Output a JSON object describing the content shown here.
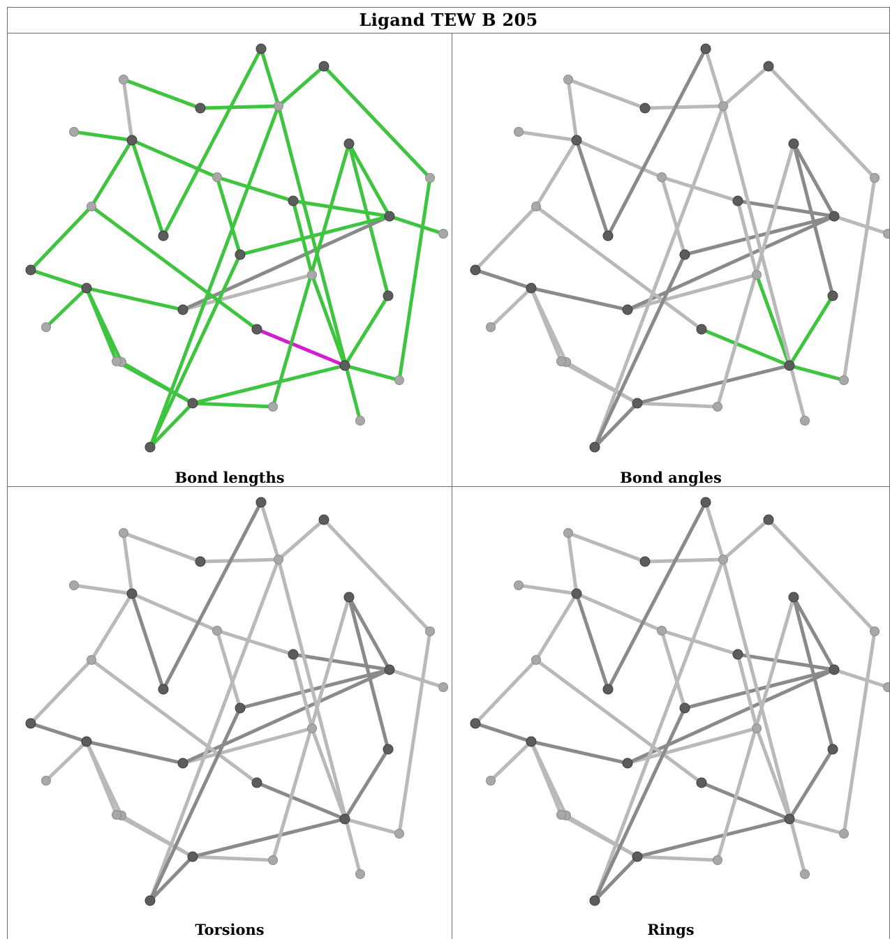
{
  "title": "Ligand TEW B 205",
  "panels": [
    {
      "key": "bond_lengths",
      "caption": "Bond lengths",
      "highlight": "bond_lengths"
    },
    {
      "key": "bond_angles",
      "caption": "Bond angles",
      "highlight": "bond_angles"
    },
    {
      "key": "torsions",
      "caption": "Torsions",
      "highlight": "none"
    },
    {
      "key": "rings",
      "caption": "Rings",
      "highlight": "none"
    }
  ],
  "colors": {
    "border": "#6b6b6b",
    "green": "#3fc43f",
    "green_dark": "#2aa52a",
    "magenta": "#d21ed2",
    "bond_grey_light": "#b9b9b9",
    "bond_grey_dark": "#8a8a8a",
    "atom_light": "#a8a8a8",
    "atom_dark": "#5c5c5c"
  },
  "molecule": {
    "atoms": [
      {
        "id": "A1",
        "shade": "dark"
      },
      {
        "id": "A2",
        "shade": "light"
      },
      {
        "id": "A3",
        "shade": "dark"
      },
      {
        "id": "A4",
        "shade": "light"
      },
      {
        "id": "A5",
        "shade": "dark"
      },
      {
        "id": "A6",
        "shade": "light"
      },
      {
        "id": "A7",
        "shade": "dark"
      },
      {
        "id": "A8",
        "shade": "light"
      },
      {
        "id": "A9",
        "shade": "dark"
      },
      {
        "id": "A10",
        "shade": "dark"
      },
      {
        "id": "A11",
        "shade": "dark"
      },
      {
        "id": "A12",
        "shade": "dark"
      },
      {
        "id": "A13",
        "shade": "dark"
      },
      {
        "id": "A14",
        "shade": "dark"
      },
      {
        "id": "A15",
        "shade": "light"
      },
      {
        "id": "A16",
        "shade": "dark"
      },
      {
        "id": "A17",
        "shade": "light"
      },
      {
        "id": "A18",
        "shade": "light"
      },
      {
        "id": "A19",
        "shade": "dark"
      },
      {
        "id": "A20",
        "shade": "light"
      },
      {
        "id": "A21",
        "shade": "dark"
      },
      {
        "id": "A22",
        "shade": "light"
      },
      {
        "id": "A23",
        "shade": "light"
      },
      {
        "id": "A24",
        "shade": "dark"
      },
      {
        "id": "A25",
        "shade": "light"
      },
      {
        "id": "A26",
        "shade": "dark"
      },
      {
        "id": "A27",
        "shade": "light"
      },
      {
        "id": "A28",
        "shade": "dark"
      },
      {
        "id": "A29",
        "shade": "light"
      },
      {
        "id": "A30",
        "shade": "dark"
      },
      {
        "id": "A31",
        "shade": "light"
      }
    ],
    "bonds": [
      {
        "a": "A1",
        "b": "A2"
      },
      {
        "a": "A1",
        "b": "A3"
      },
      {
        "a": "A1",
        "b": "A4"
      },
      {
        "a": "A1",
        "b": "A5"
      },
      {
        "a": "A3",
        "b": "A6"
      },
      {
        "a": "A3",
        "b": "A7"
      },
      {
        "a": "A3",
        "b": "A8"
      },
      {
        "a": "A3",
        "b": "A9"
      },
      {
        "a": "A8",
        "b": "A12"
      },
      {
        "a": "A9",
        "b": "A10"
      },
      {
        "a": "A10",
        "b": "A11"
      },
      {
        "a": "A11",
        "b": "A12"
      },
      {
        "a": "A11",
        "b": "A13"
      },
      {
        "a": "A11",
        "b": "A14"
      },
      {
        "a": "A11",
        "b": "A15"
      },
      {
        "a": "A12",
        "b": "A16"
      },
      {
        "a": "A13",
        "b": "A17"
      },
      {
        "a": "A14",
        "b": "A17"
      },
      {
        "a": "A16",
        "b": "A18"
      },
      {
        "a": "A16",
        "b": "A4"
      },
      {
        "a": "A16",
        "b": "A19"
      },
      {
        "a": "A16",
        "b": "A20"
      },
      {
        "a": "A17",
        "b": "A21"
      },
      {
        "a": "A18",
        "b": "A1"
      },
      {
        "a": "A19",
        "b": "A22"
      },
      {
        "a": "A21",
        "b": "A22"
      },
      {
        "a": "A21",
        "b": "A23"
      },
      {
        "a": "A21",
        "b": "A24"
      },
      {
        "a": "A21",
        "b": "A25"
      },
      {
        "a": "A22",
        "b": "A7"
      },
      {
        "a": "A23",
        "b": "A26"
      },
      {
        "a": "A26",
        "b": "A27"
      },
      {
        "a": "A27",
        "b": "A5"
      },
      {
        "a": "A27",
        "b": "A28"
      },
      {
        "a": "A27",
        "b": "A29"
      },
      {
        "a": "A27",
        "b": "A30"
      },
      {
        "a": "A30",
        "b": "A31"
      },
      {
        "a": "A31",
        "b": "A6"
      },
      {
        "a": "A2",
        "b": "A10"
      },
      {
        "a": "A8",
        "b": "A13"
      },
      {
        "a": "A14",
        "b": "A5"
      },
      {
        "a": "A24",
        "b": "A28"
      }
    ],
    "highlight_sets": {
      "bond_lengths": {
        "green": [
          "A1-A2",
          "A1-A3",
          "A1-A4",
          "A1-A5",
          "A3-A6",
          "A3-A8",
          "A3-A9",
          "A9-A10",
          "A10-A11",
          "A11-A13",
          "A11-A14",
          "A11-A15",
          "A12-A16",
          "A13-A17",
          "A14-A17",
          "A16-A18",
          "A16-A4",
          "A16-A19",
          "A16-A20",
          "A17-A21",
          "A18-A1",
          "A19-A22",
          "A21-A22",
          "A21-A24",
          "A21-A25",
          "A22-A7",
          "A23-A26",
          "A26-A27",
          "A27-A5",
          "A27-A28",
          "A27-A29",
          "A27-A30",
          "A30-A31",
          "A31-A6",
          "A2-A10",
          "A8-A13",
          "A14-A5",
          "A24-A28"
        ],
        "magenta": [
          "A3-A7"
        ]
      },
      "bond_angles": {
        "green": [
          "A3-A6",
          "A3-A7",
          "A3-A8",
          "A3-A9",
          "A3-A29"
        ],
        "magenta": []
      }
    }
  }
}
